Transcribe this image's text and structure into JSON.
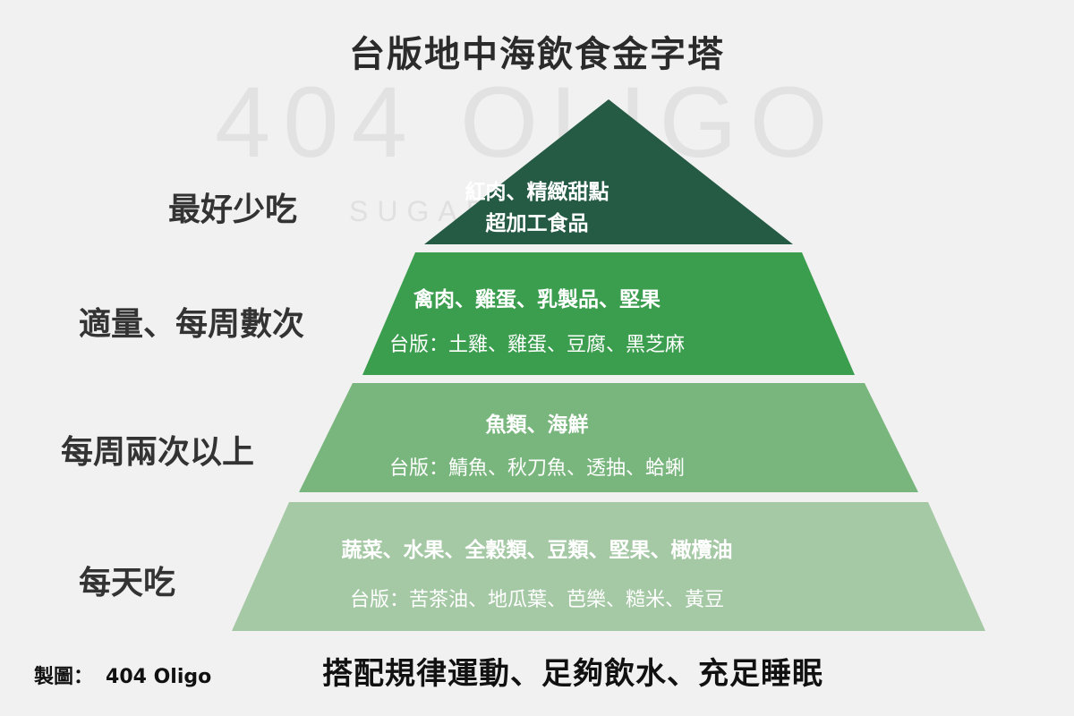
{
  "title": "台版地中海飲食金字塔",
  "watermark": {
    "text": "404 OLIGO",
    "sub": "SUGAR"
  },
  "tiers": [
    {
      "label": "最好少吃",
      "main": "紅肉、精緻甜點",
      "sub": "超加工食品",
      "color": "#255b45"
    },
    {
      "label": "適量、每周數次",
      "main": "禽肉、雞蛋、乳製品、堅果",
      "sub": "台版：土雞、雞蛋、豆腐、黑芝麻",
      "color": "#3b9d4e"
    },
    {
      "label": "每周兩次以上",
      "main": "魚類、海鮮",
      "sub": "台版：鯖魚、秋刀魚、透抽、蛤蜊",
      "color": "#79b67d"
    },
    {
      "label": "每天吃",
      "main": "蔬菜、水果、全穀類、豆類、堅果、橄欖油",
      "sub": "台版：苦茶油、地瓜葉、芭樂、糙米、黃豆",
      "color": "#a5c8a5"
    }
  ],
  "credit": {
    "label": "製圖：",
    "name": "404 Oligo"
  },
  "footer": "搭配規律運動、足夠飲水、充足睡眠"
}
